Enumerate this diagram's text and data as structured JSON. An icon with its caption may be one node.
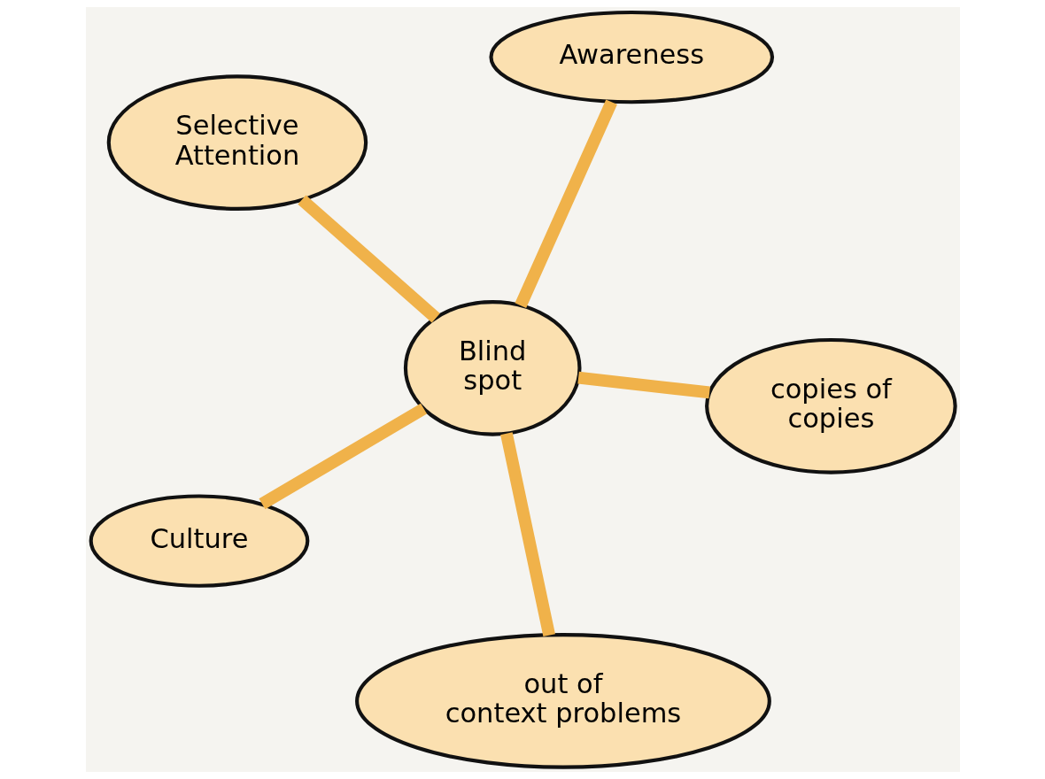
{
  "diagram": {
    "nodes": [
      {
        "text": [
          "Selective Attention"
        ]
      },
      {
        "text": [
          "copies of copies"
        ]
      },
      {
        "text": [
          "out of context problems"
        ]
      },
      {
        "text": [
          "Blind spot"
        ]
      },
      {
        "text": [
          "Awareness"
        ]
      },
      {
        "text": [
          "Culture"
        ]
      }
    ],
    "edges": [
      {
        "from": 3,
        "to": 0,
        "arrow": "none"
      },
      {
        "from": 3,
        "to": 1,
        "arrow": "none"
      },
      {
        "from": 3,
        "to": 2,
        "arrow": "none"
      },
      {
        "from": 3,
        "to": 4,
        "arrow": "none"
      },
      {
        "from": 3,
        "to": 5,
        "arrow": "none"
      }
    ]
  }
}
